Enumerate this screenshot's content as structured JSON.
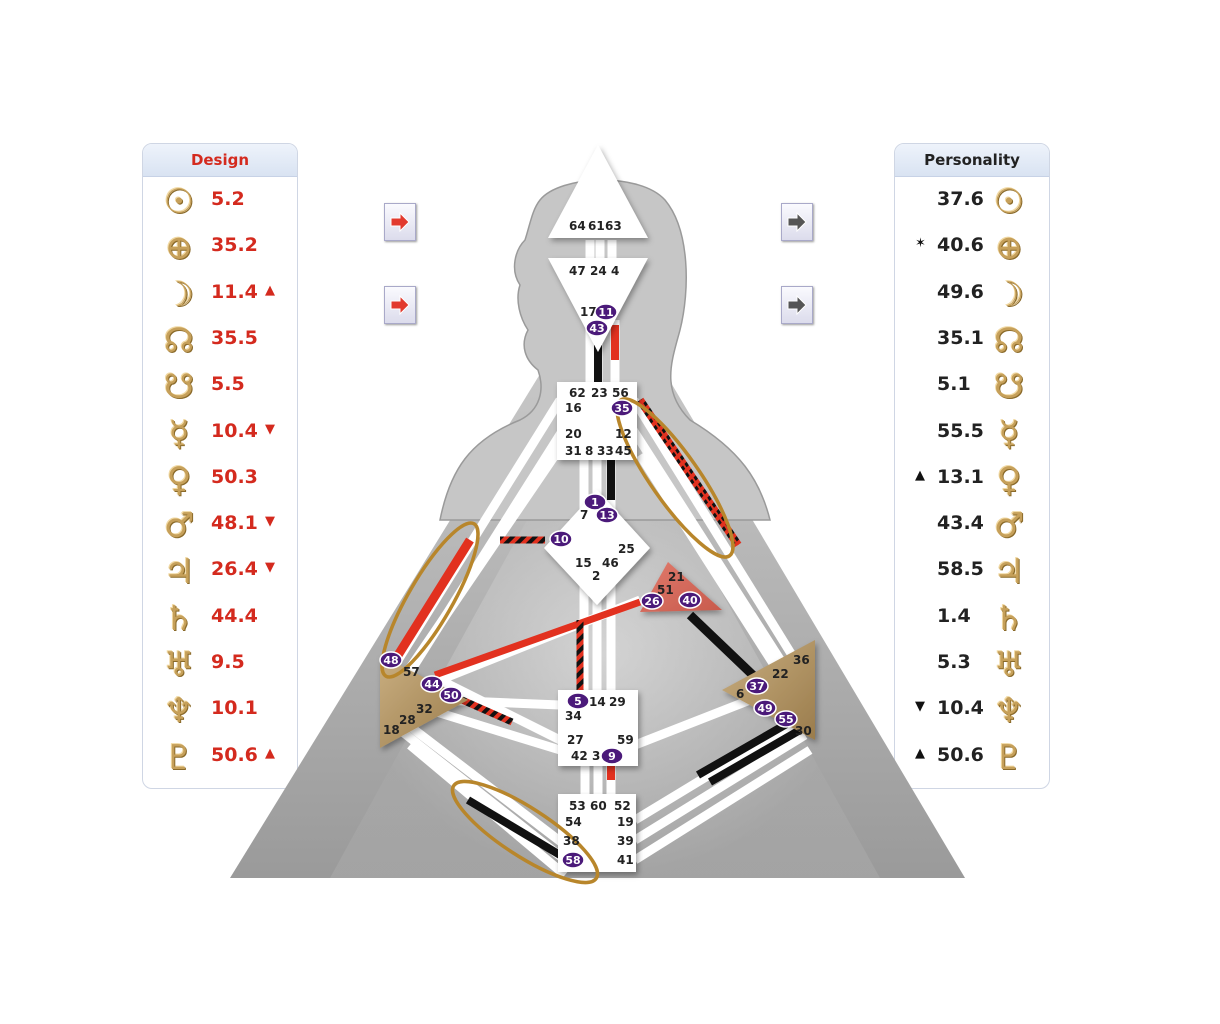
{
  "design": {
    "title": "Design",
    "rows": [
      {
        "icon": "sun-icon",
        "glyph": "☉",
        "value": "5.2",
        "mark": ""
      },
      {
        "icon": "earth-icon",
        "glyph": "⊕",
        "value": "35.2",
        "mark": ""
      },
      {
        "icon": "moon-icon",
        "glyph": "☽",
        "value": "11.4",
        "mark": "▲"
      },
      {
        "icon": "north-node-icon",
        "glyph": "☊",
        "value": "35.5",
        "mark": ""
      },
      {
        "icon": "south-node-icon",
        "glyph": "☋",
        "value": "5.5",
        "mark": ""
      },
      {
        "icon": "mercury-icon",
        "glyph": "☿",
        "value": "10.4",
        "mark": "▼"
      },
      {
        "icon": "venus-icon",
        "glyph": "♀",
        "value": "50.3",
        "mark": ""
      },
      {
        "icon": "mars-icon",
        "glyph": "♂",
        "value": "48.1",
        "mark": "▼"
      },
      {
        "icon": "jupiter-icon",
        "glyph": "♃",
        "value": "26.4",
        "mark": "▼"
      },
      {
        "icon": "saturn-icon",
        "glyph": "♄",
        "value": "44.4",
        "mark": ""
      },
      {
        "icon": "uranus-icon",
        "glyph": "♅",
        "value": "9.5",
        "mark": ""
      },
      {
        "icon": "neptune-icon",
        "glyph": "♆",
        "value": "10.1",
        "mark": ""
      },
      {
        "icon": "pluto-icon",
        "glyph": "♇",
        "value": "50.6",
        "mark": "▲"
      }
    ]
  },
  "personality": {
    "title": "Personality",
    "rows": [
      {
        "icon": "sun-icon",
        "glyph": "☉",
        "value": "37.6",
        "mark": ""
      },
      {
        "icon": "earth-icon",
        "glyph": "⊕",
        "value": "40.6",
        "mark": "✶"
      },
      {
        "icon": "moon-icon",
        "glyph": "☽",
        "value": "49.6",
        "mark": ""
      },
      {
        "icon": "north-node-icon",
        "glyph": "☊",
        "value": "35.1",
        "mark": ""
      },
      {
        "icon": "south-node-icon",
        "glyph": "☋",
        "value": "5.1",
        "mark": ""
      },
      {
        "icon": "mercury-icon",
        "glyph": "☿",
        "value": "55.5",
        "mark": ""
      },
      {
        "icon": "venus-icon",
        "glyph": "♀",
        "value": "13.1",
        "mark": "▲"
      },
      {
        "icon": "mars-icon",
        "glyph": "♂",
        "value": "43.4",
        "mark": ""
      },
      {
        "icon": "jupiter-icon",
        "glyph": "♃",
        "value": "58.5",
        "mark": ""
      },
      {
        "icon": "saturn-icon",
        "glyph": "♄",
        "value": "1.4",
        "mark": ""
      },
      {
        "icon": "uranus-icon",
        "glyph": "♅",
        "value": "5.3",
        "mark": ""
      },
      {
        "icon": "neptune-icon",
        "glyph": "♆",
        "value": "10.4",
        "mark": "▼"
      },
      {
        "icon": "pluto-icon",
        "glyph": "♇",
        "value": "50.6",
        "mark": "▲"
      }
    ]
  },
  "nav_buttons": [
    {
      "name": "design-next-arrow-1",
      "icon": "arrow-right-icon",
      "color": "#e23a2e"
    },
    {
      "name": "design-next-arrow-2",
      "icon": "arrow-right-icon",
      "color": "#e23a2e"
    },
    {
      "name": "personality-next-arrow-1",
      "icon": "arrow-right-icon",
      "color": "#555555"
    },
    {
      "name": "personality-next-arrow-2",
      "icon": "arrow-right-icon",
      "color": "#555555"
    }
  ],
  "colors": {
    "design_red": "#d42a1e",
    "activated_gate": "#4b1a7a",
    "motor_brown": "#b89a6c",
    "heart_red": "#d9685a",
    "highlight_ring": "#b8862b"
  },
  "bodygraph": {
    "head_gates": [
      "64",
      "61",
      "63"
    ],
    "ajna_gates": [
      "47",
      "24",
      "4",
      "17",
      "11",
      "43"
    ],
    "throat_gates": [
      "62",
      "23",
      "56",
      "16",
      "35",
      "20",
      "12",
      "31",
      "8",
      "33",
      "45"
    ],
    "g_gates": [
      "1",
      "7",
      "13",
      "10",
      "25",
      "15",
      "46",
      "2"
    ],
    "heart_gates": [
      "21",
      "51",
      "26",
      "40"
    ],
    "spleen_gates": [
      "48",
      "57",
      "44",
      "50",
      "32",
      "28",
      "18"
    ],
    "solar_plexus_gates": [
      "36",
      "22",
      "6",
      "37",
      "49",
      "55",
      "30"
    ],
    "sacral_gates": [
      "5",
      "14",
      "29",
      "34",
      "27",
      "59",
      "42",
      "3",
      "9"
    ],
    "root_gates": [
      "53",
      "60",
      "52",
      "54",
      "19",
      "38",
      "39",
      "58",
      "41"
    ],
    "activated_gates": [
      "11",
      "43",
      "35",
      "1",
      "13",
      "10",
      "26",
      "40",
      "48",
      "44",
      "50",
      "37",
      "49",
      "55",
      "5",
      "9",
      "58"
    ]
  }
}
